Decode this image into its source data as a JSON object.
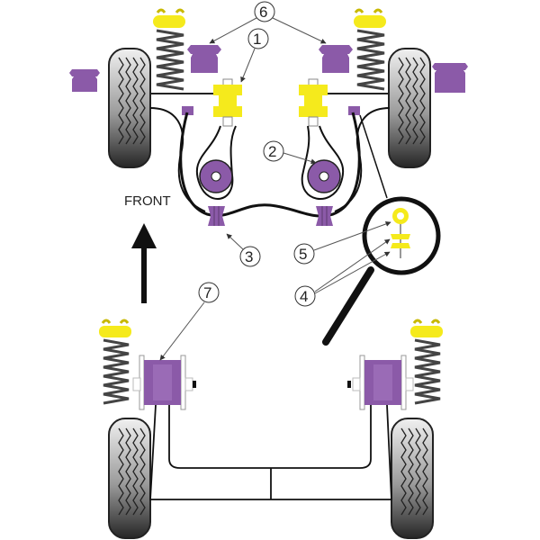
{
  "diagram": {
    "title": "Suspension bush location diagram",
    "direction_label": "FRONT",
    "colors": {
      "purple_bush": "#8b5aa8",
      "yellow_bush": "#f5ea1c",
      "outline": "#111111",
      "tyre_dark": "#2e2e2e",
      "tyre_light": "#dcdcdc",
      "leader_line": "#555555"
    },
    "callouts": [
      {
        "number": "1",
        "part": "front-upper-yellow-bush"
      },
      {
        "number": "2",
        "part": "front-wishbone-round-bush"
      },
      {
        "number": "3",
        "part": "anti-roll-bar-bush"
      },
      {
        "number": "4",
        "part": "drop-link-bushes-yellow"
      },
      {
        "number": "5",
        "part": "drop-link-eye"
      },
      {
        "number": "6",
        "part": "bump-stop-purple"
      },
      {
        "number": "7",
        "part": "rear-trailing-arm-bush"
      }
    ],
    "icons": {
      "arrow": "up-arrow-icon",
      "magnifier": "magnifying-glass-icon"
    }
  }
}
